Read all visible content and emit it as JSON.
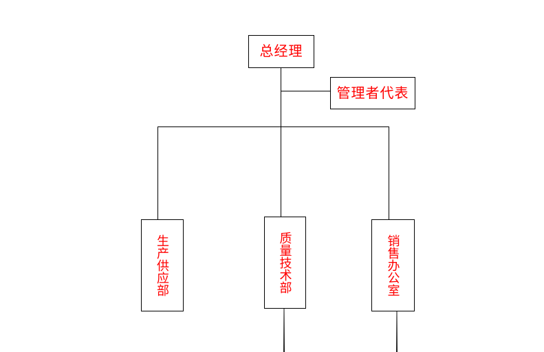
{
  "diagram": {
    "type": "org-chart",
    "background": "#ffffff",
    "colors": {
      "box_border": "#000000",
      "label_text": "#ff0000",
      "connector": "#000000",
      "tail_connector_top": "#8a8a8a",
      "tail_connector_bottom": "#1a1a1a"
    },
    "nodes": [
      {
        "id": "general-manager",
        "label": "总经理",
        "text_direction": "horizontal",
        "level": 1
      },
      {
        "id": "management-representative",
        "label": "管理者代表",
        "text_direction": "horizontal",
        "level": 2
      },
      {
        "id": "production-supply-dept",
        "label": "生产供应部",
        "text_direction": "vertical",
        "level": 3
      },
      {
        "id": "quality-technology-dept",
        "label": "质量技术部",
        "text_direction": "vertical",
        "level": 3
      },
      {
        "id": "sales-office",
        "label": "销售办公室",
        "text_direction": "vertical",
        "level": 3
      }
    ],
    "edges": [
      {
        "from": "general-manager",
        "to": "management-representative"
      },
      {
        "from": "general-manager",
        "to": "production-supply-dept"
      },
      {
        "from": "general-manager",
        "to": "quality-technology-dept"
      },
      {
        "from": "general-manager",
        "to": "sales-office"
      }
    ]
  }
}
